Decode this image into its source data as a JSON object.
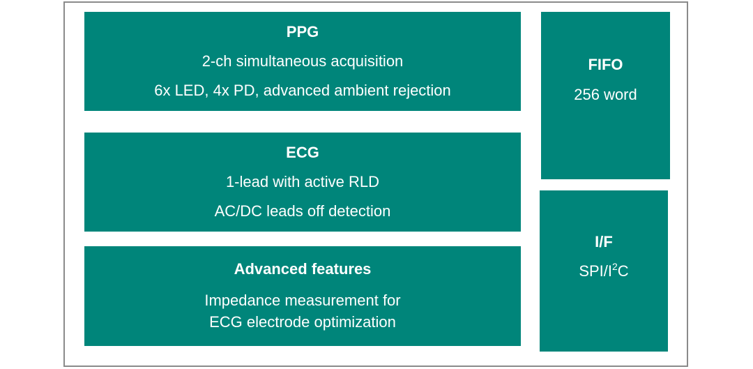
{
  "blocks": {
    "ppg": {
      "title": "PPG",
      "line1": "2-ch simultaneous acquisition",
      "line2": "6x LED, 4x PD, advanced ambient rejection"
    },
    "ecg": {
      "title": "ECG",
      "line1": "1-lead with active RLD",
      "line2": "AC/DC leads off detection"
    },
    "advanced": {
      "title": "Advanced features",
      "line1": "Impedance measurement for",
      "line2": "ECG electrode optimization"
    },
    "fifo": {
      "title": "FIFO",
      "line1": "256 word"
    },
    "interface": {
      "title": "I/F",
      "line1_prefix": "SPI/I",
      "line1_sup": "2",
      "line1_suffix": "C"
    }
  },
  "colors": {
    "block_fill": "#00857a",
    "text": "#ffffff",
    "frame_border": "#8a8a8a"
  }
}
